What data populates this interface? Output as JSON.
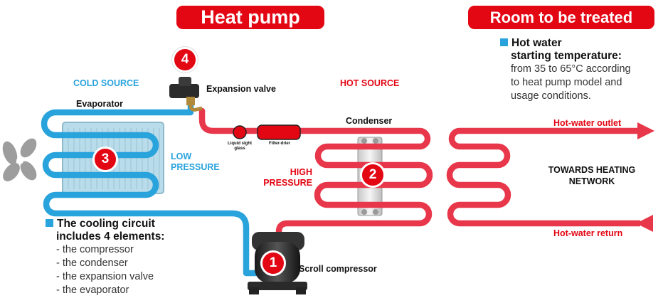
{
  "banners": {
    "heat_pump": "Heat pump",
    "room": "Room to be treated"
  },
  "labels": {
    "cold_source": "COLD SOURCE",
    "hot_source": "HOT SOURCE",
    "evaporator": "Evaporator",
    "expansion_valve": "Expansion valve",
    "low_pressure": "LOW\nPRESSURE",
    "high_pressure": "HIGH\nPRESSURE",
    "condenser": "Condenser",
    "liquid_sight_glass": "Liquid sight\nglass",
    "filter_drier": "Filter-drier",
    "scroll_compressor": "Scroll compressor",
    "hot_water_outlet": "Hot-water outlet",
    "hot_water_return": "Hot-water return",
    "towards_heating": "TOWARDS HEATING\nNETWORK"
  },
  "badges": {
    "compressor": "1",
    "condenser": "2",
    "evaporator": "3",
    "valve": "4"
  },
  "hot_water_box": {
    "title_line1": "Hot water",
    "title_line2": "starting temperature:",
    "body": [
      "from 35 to 65°C according",
      "to heat pump model and",
      "usage conditions."
    ]
  },
  "cooling_box": {
    "title_line1": "The cooling circuit",
    "title_line2": "includes 4 elements:",
    "items": [
      "- the compressor",
      "- the condenser",
      "- the expansion valve",
      "- the evaporator"
    ]
  },
  "colors": {
    "red": "#e30613",
    "blue": "#29a3dc",
    "pipe_red": "#e8374a",
    "pipe_blue": "#29a3dc"
  }
}
